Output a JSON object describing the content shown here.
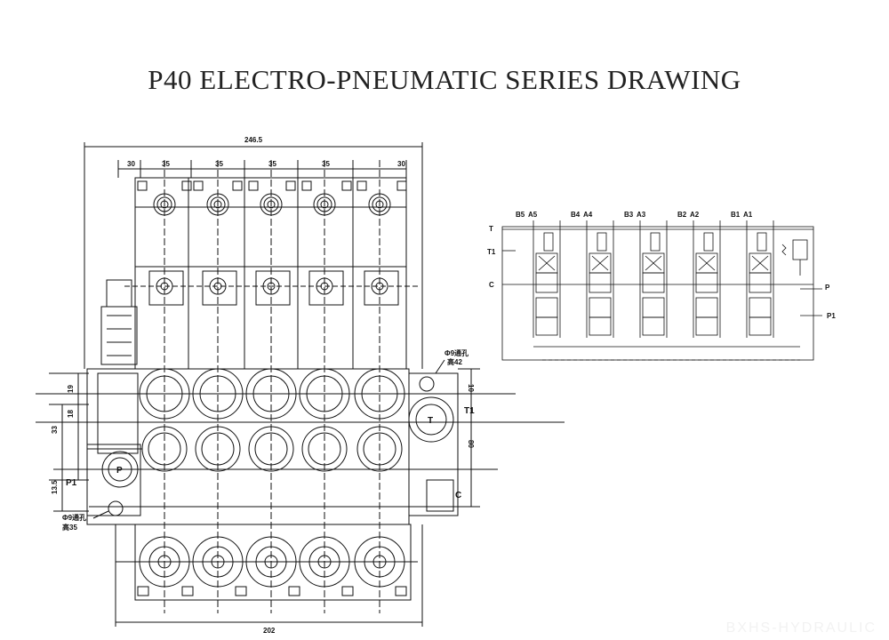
{
  "title": "P40 ELECTRO-PNEUMATIC SERIES DRAWING",
  "dimensions": {
    "overall_width": "246.5",
    "section_widths": [
      "30",
      "35",
      "35",
      "35",
      "35",
      "30"
    ],
    "bottom_width": "202",
    "left_19": "19",
    "left_18": "18",
    "left_33": "33",
    "left_13_5": "13.5",
    "right_10": "10",
    "right_80": "80"
  },
  "ports": {
    "p_main": "P",
    "p1": "P1",
    "t_main": "T",
    "t1": "T1",
    "c": "C"
  },
  "notes": {
    "hole_right_1": "Φ9通孔",
    "hole_right_2": "高42",
    "hole_left_1": "Φ9通孔",
    "hole_left_2": "高35"
  },
  "schematic": {
    "work_ports": [
      "B5",
      "A5",
      "B4",
      "A4",
      "B3",
      "A3",
      "B2",
      "A2",
      "B1",
      "A1"
    ],
    "left_ports": [
      "T",
      "T1",
      "C"
    ],
    "right_ports": [
      "P",
      "P1"
    ]
  },
  "watermark": "BXHS-HYDRAULIC"
}
